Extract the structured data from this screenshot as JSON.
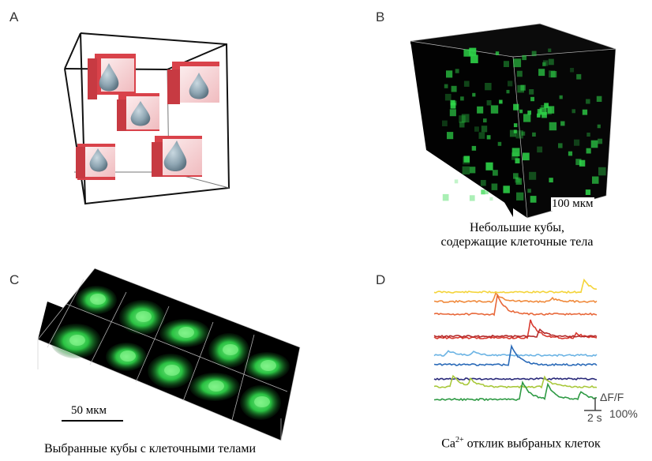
{
  "panels": {
    "a": {
      "letter": "A"
    },
    "b": {
      "letter": "B",
      "scale_bar": "100 мкм",
      "caption_line1": "Небольшие кубы,",
      "caption_line2": "содержащие клеточные тела"
    },
    "c": {
      "letter": "C",
      "scale_bar": "50 мкм",
      "caption": "Выбранные кубы с клеточными телами"
    },
    "d": {
      "letter": "D",
      "scale_dff": "ΔF/F",
      "scale_time": "2 s",
      "scale_pct": "100%",
      "caption_prefix": "Ca",
      "caption_sup": "2+",
      "caption_suffix": " отклик выбраных клеток"
    }
  },
  "colors": {
    "cube_red": "#d9424a",
    "cell_gray": "#8fa6b3",
    "fluor_green": "#2fd84a",
    "trace_colors": [
      "#f4d43a",
      "#f08a3c",
      "#e8683a",
      "#d83a30",
      "#b42a2a",
      "#6cb4e4",
      "#2a6ab8",
      "#2a2a7a",
      "#a8c83a",
      "#2e9a44"
    ]
  }
}
